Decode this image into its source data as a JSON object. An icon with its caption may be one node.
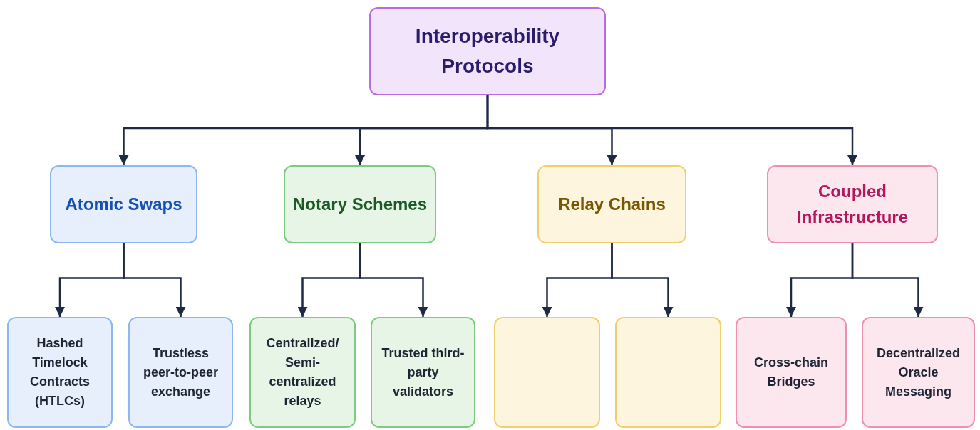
{
  "diagram": {
    "nodes": [
      {
        "text": [
          "Interoperability Protocols"
        ]
      },
      {
        "text": [
          "Atomic Swaps"
        ]
      },
      {
        "text": [
          "Notary Schemes"
        ]
      },
      {
        "text": [
          "Relay Chains"
        ]
      },
      {
        "text": [
          "Coupled Infrastructure"
        ]
      },
      {
        "text": [
          "Hashed Timelock Contracts (HTLCs)"
        ]
      },
      {
        "text": [
          "Trustless peer-to-peer exchange"
        ]
      },
      {
        "text": [
          "Centralized/ Semi-centralized relays"
        ]
      },
      {
        "text": [
          "Trusted third-party validators"
        ]
      },
      {
        "text": [],
        "shape": "box"
      },
      {
        "text": [],
        "shape": "box"
      },
      {
        "text": [
          "Cross-chain Bridges"
        ]
      },
      {
        "text": [
          "Decentralized Oracle Messaging"
        ]
      }
    ],
    "edges": [
      {
        "from": 0,
        "to": 1,
        "arrow": "to"
      },
      {
        "from": 0,
        "to": 2,
        "arrow": "to"
      },
      {
        "from": 0,
        "to": 3,
        "arrow": "to"
      },
      {
        "from": 0,
        "to": 4,
        "arrow": "to"
      },
      {
        "from": 1,
        "to": 5,
        "arrow": "to"
      },
      {
        "from": 1,
        "to": 6,
        "arrow": "to"
      },
      {
        "from": 2,
        "to": 7,
        "arrow": "to"
      },
      {
        "from": 2,
        "to": 8,
        "arrow": "to"
      },
      {
        "from": 3,
        "to": 9,
        "arrow": "to"
      },
      {
        "from": 3,
        "to": 10,
        "arrow": "to"
      },
      {
        "from": 4,
        "to": 11,
        "arrow": "to"
      },
      {
        "from": 4,
        "to": 12,
        "arrow": "to"
      }
    ]
  }
}
